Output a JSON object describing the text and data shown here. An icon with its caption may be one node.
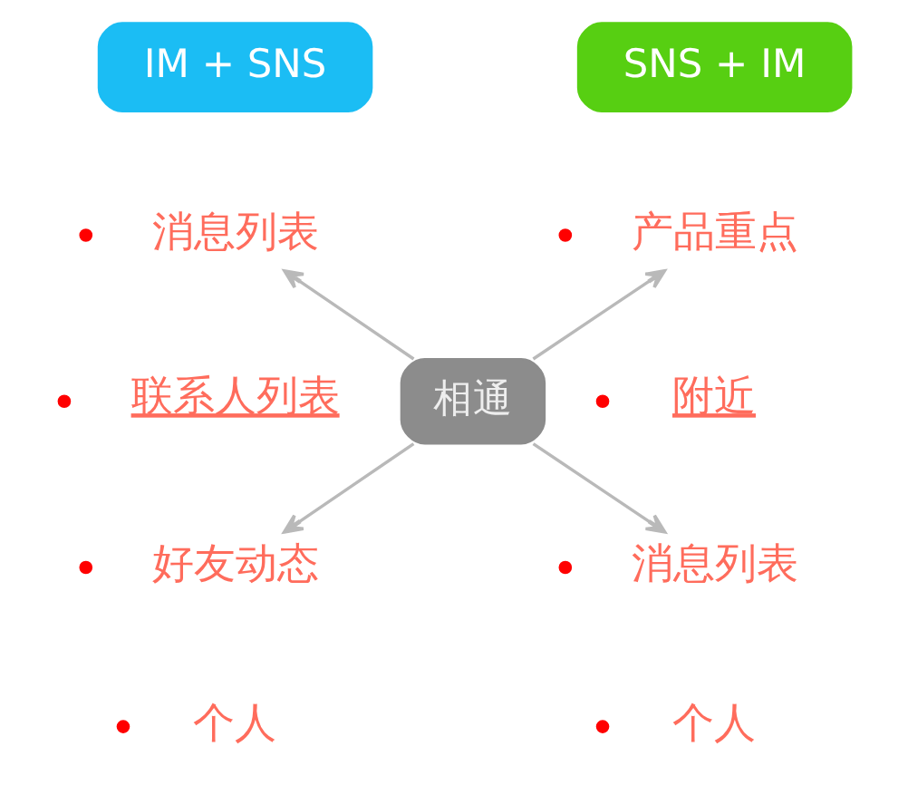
{
  "diagram": {
    "nodes": [
      {
        "text": [
          "IM + SNS"
        ]
      },
      {
        "text": [
          "SNS + IM"
        ]
      },
      {
        "text": [
          "消息列表"
        ]
      },
      {
        "text": [
          "产品重点"
        ]
      },
      {
        "text": [
          "相通"
        ]
      },
      {
        "text": [
          "好友动态"
        ]
      },
      {
        "text": [
          "消息列表"
        ]
      }
    ],
    "edges": [
      {
        "from": 4,
        "to": 2,
        "arrow": "to"
      },
      {
        "from": 4,
        "to": 3,
        "arrow": "to"
      },
      {
        "from": 4,
        "to": 5,
        "arrow": "to"
      },
      {
        "from": 4,
        "to": 6,
        "arrow": "to"
      }
    ],
    "labels": [
      "联系人列表",
      "附近",
      "个人",
      "个人"
    ]
  }
}
